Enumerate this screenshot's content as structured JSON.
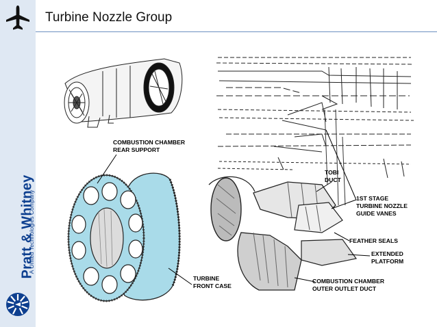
{
  "slide": {
    "title": "Turbine Nozzle Group"
  },
  "brand": {
    "name": "Pratt & Whitney",
    "tagline": "A United Technologies Company",
    "color": "#0d3f8f",
    "sidebar_color": "#dfe8f3"
  },
  "icons": {
    "corner": "airplane-icon",
    "logo": "pratt-whitney-eagle-logo-icon"
  },
  "diagram": {
    "labels": {
      "rear_support_1": "COMBUSTION CHAMBER",
      "rear_support_2": "REAR SUPPORT",
      "tobi_1": "TOBI",
      "tobi_2": "DUCT",
      "vanes_1": "1ST STAGE",
      "vanes_2": "TURBINE NOZZLE",
      "vanes_3": "GUIDE VANES",
      "feather": "FEATHER SEALS",
      "platform_1": "EXTENDED",
      "platform_2": "PLATFORM",
      "front_case_1": "TURBINE",
      "front_case_2": "FRONT CASE",
      "outlet_1": "COMBUSTION CHAMBER",
      "outlet_2": "OUTER OUTLET DUCT"
    },
    "case_color": "#a9dbe9"
  }
}
